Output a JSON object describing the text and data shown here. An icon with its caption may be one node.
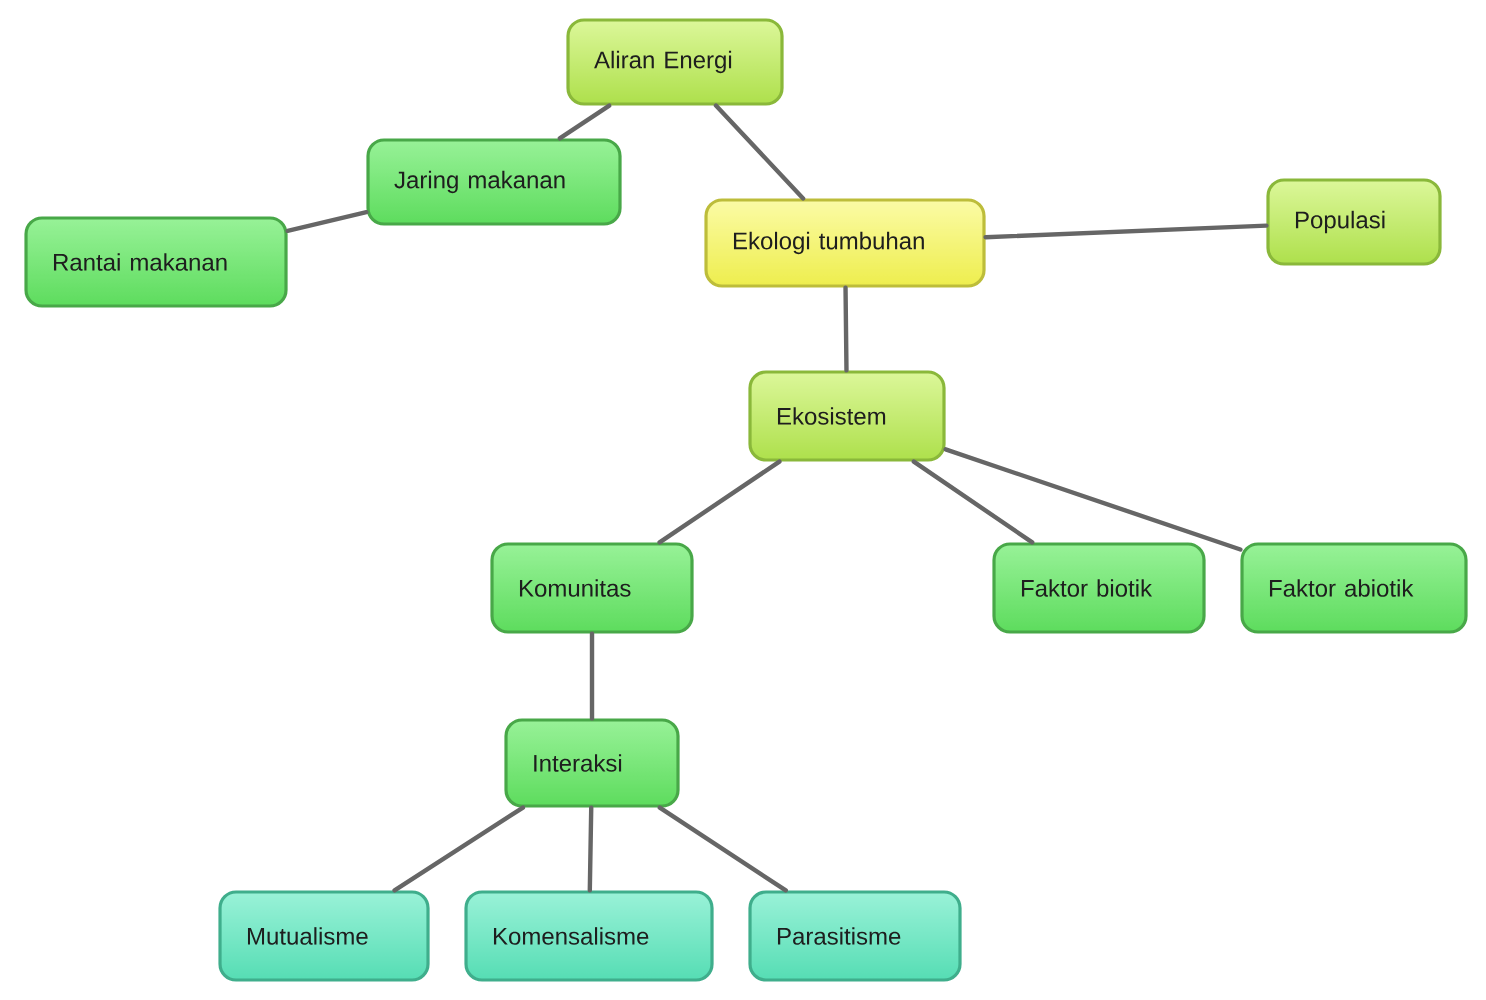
{
  "diagram": {
    "nodes": [
      {
        "text": [
          "Aliran Energi"
        ]
      },
      {
        "text": [
          "Jaring makanan"
        ]
      },
      {
        "text": [
          "Rantai makanan"
        ]
      },
      {
        "text": [
          "Ekologi tumbuhan"
        ]
      },
      {
        "text": [
          "Populasi"
        ]
      },
      {
        "text": [
          "Ekosistem"
        ]
      },
      {
        "text": [
          "Komunitas"
        ]
      },
      {
        "text": [
          "Faktor biotik"
        ]
      },
      {
        "text": [
          "Faktor abiotik"
        ]
      },
      {
        "text": [
          "Interaksi"
        ]
      },
      {
        "text": [
          "Mutualisme"
        ]
      },
      {
        "text": [
          "Komensalisme"
        ]
      },
      {
        "text": [
          "Parasitisme"
        ]
      }
    ],
    "edges": [
      {
        "from": 3,
        "to": 0,
        "arrow": "none"
      },
      {
        "from": 0,
        "to": 1,
        "arrow": "none"
      },
      {
        "from": 1,
        "to": 2,
        "arrow": "none"
      },
      {
        "from": 3,
        "to": 4,
        "arrow": "none"
      },
      {
        "from": 3,
        "to": 5,
        "arrow": "none"
      },
      {
        "from": 5,
        "to": 6,
        "arrow": "none"
      },
      {
        "from": 5,
        "to": 7,
        "arrow": "none"
      },
      {
        "from": 5,
        "to": 8,
        "arrow": "none"
      },
      {
        "from": 6,
        "to": 9,
        "arrow": "none"
      },
      {
        "from": 9,
        "to": 10,
        "arrow": "none"
      },
      {
        "from": 9,
        "to": 11,
        "arrow": "none"
      },
      {
        "from": 9,
        "to": 12,
        "arrow": "none"
      }
    ]
  }
}
